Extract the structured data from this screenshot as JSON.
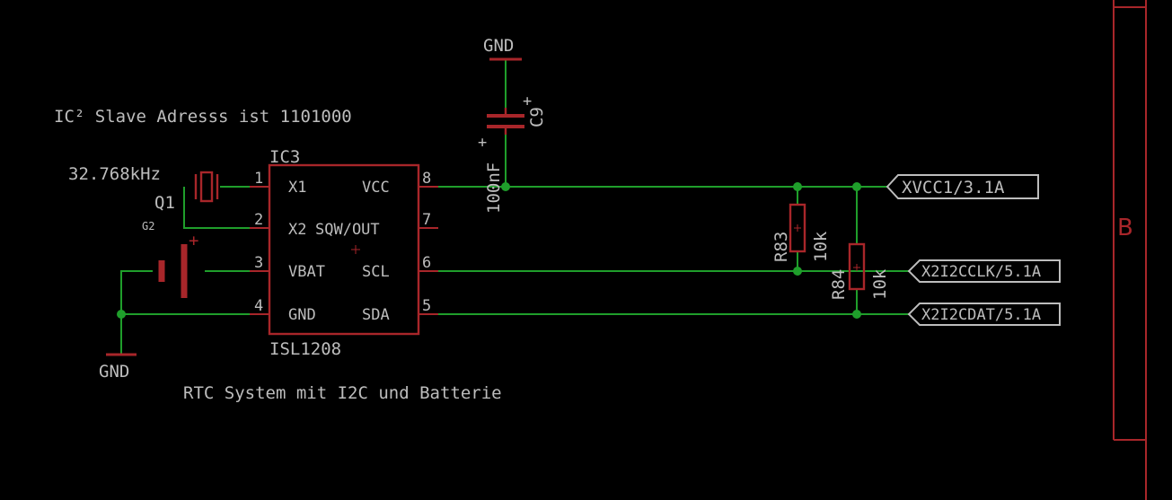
{
  "notes": {
    "i2c_address": "IC² Slave Adresss ist 1101000",
    "description": "RTC System mit I2C und Batterie"
  },
  "ic": {
    "ref": "IC3",
    "value": "ISL1208",
    "pins": [
      {
        "number": "1",
        "name": "X1"
      },
      {
        "number": "2",
        "name": "X2"
      },
      {
        "number": "3",
        "name": "VBAT"
      },
      {
        "number": "4",
        "name": "GND"
      },
      {
        "number": "8",
        "name": "VCC"
      },
      {
        "number": "7",
        "name": "SQW/OUT"
      },
      {
        "number": "6",
        "name": "SCL"
      },
      {
        "number": "5",
        "name": "SDA"
      }
    ]
  },
  "crystal": {
    "ref": "Q1",
    "value": "32.768kHz"
  },
  "battery": {
    "ref": "G2",
    "plus": "+"
  },
  "capacitor": {
    "ref": "C9",
    "value": "100nF",
    "plus": "+"
  },
  "resistors": [
    {
      "ref": "R83",
      "value": "10k"
    },
    {
      "ref": "R84",
      "value": "10k"
    }
  ],
  "supplies": {
    "gnd_top": "GND",
    "gnd_bottom": "GND"
  },
  "net_labels": {
    "vcc": "XVCC1/3.1A",
    "scl": "X2I2CCLK/5.1A",
    "sda": "X2I2CDAT/5.1A"
  },
  "frame": {
    "zone": "B"
  },
  "colors": {
    "background": "#000000",
    "wire": "#1f9e2b",
    "part": "#a8262a",
    "text": "#bdbdbd"
  }
}
